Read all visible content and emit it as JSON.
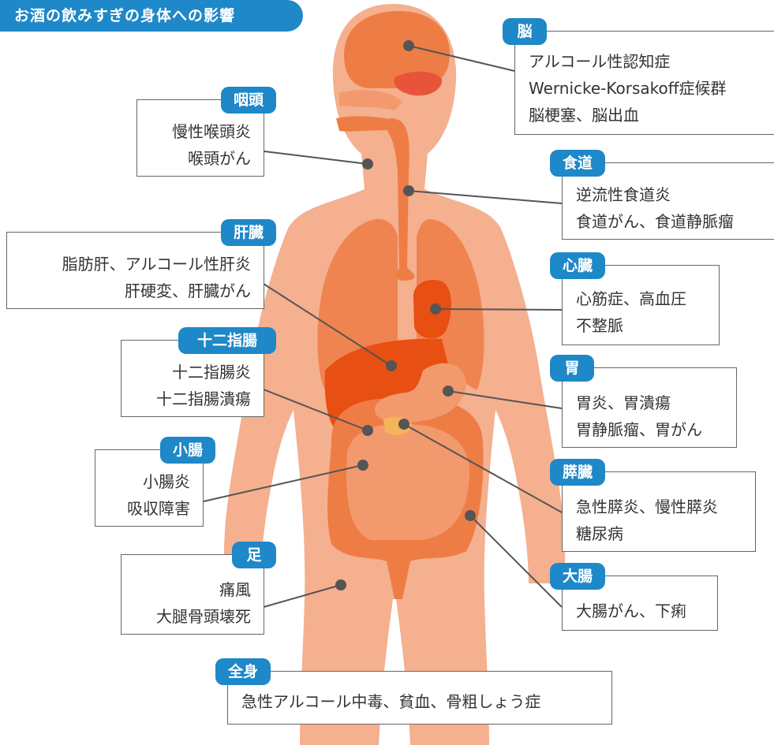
{
  "title": "お酒の飲みすぎの身体への影響",
  "colors": {
    "accent": "#1e88c8",
    "body": "#f4b08f",
    "organ_light": "#f29a6e",
    "organ_mid": "#ee7d45",
    "organ_dark": "#e84f12",
    "line": "#555555"
  },
  "boxes": {
    "brain": {
      "tag": "脳",
      "lines": [
        "アルコール性認知症",
        "Wernicke-Korsakoff症候群",
        "脳梗塞、脳出血"
      ]
    },
    "pharynx": {
      "tag": "咽頭",
      "lines": [
        "慢性喉頭炎",
        "喉頭がん"
      ]
    },
    "esophagus": {
      "tag": "食道",
      "lines": [
        "逆流性食道炎",
        "食道がん、食道静脈瘤"
      ]
    },
    "liver": {
      "tag": "肝臓",
      "lines": [
        "脂肪肝、アルコール性肝炎",
        "肝硬変、肝臓がん"
      ]
    },
    "heart": {
      "tag": "心臓",
      "lines": [
        "心筋症、高血圧",
        "不整脈"
      ]
    },
    "duodenum": {
      "tag": "十二指腸",
      "lines": [
        "十二指腸炎",
        "十二指腸潰瘍"
      ]
    },
    "stomach": {
      "tag": "胃",
      "lines": [
        "胃炎、胃潰瘍",
        "胃静脈瘤、胃がん"
      ]
    },
    "small_intestine": {
      "tag": "小腸",
      "lines": [
        "小腸炎",
        "吸収障害"
      ]
    },
    "pancreas": {
      "tag": "膵臓",
      "lines": [
        "急性膵炎、慢性膵炎",
        "糖尿病"
      ]
    },
    "large_intestine": {
      "tag": "大腸",
      "lines": [
        "大腸がん、下痢"
      ]
    },
    "legs": {
      "tag": "足",
      "lines": [
        "痛風",
        "大腿骨頭壊死"
      ]
    },
    "whole_body": {
      "tag": "全身",
      "lines": [
        "急性アルコール中毒、貧血、骨粗しょう症"
      ]
    }
  }
}
